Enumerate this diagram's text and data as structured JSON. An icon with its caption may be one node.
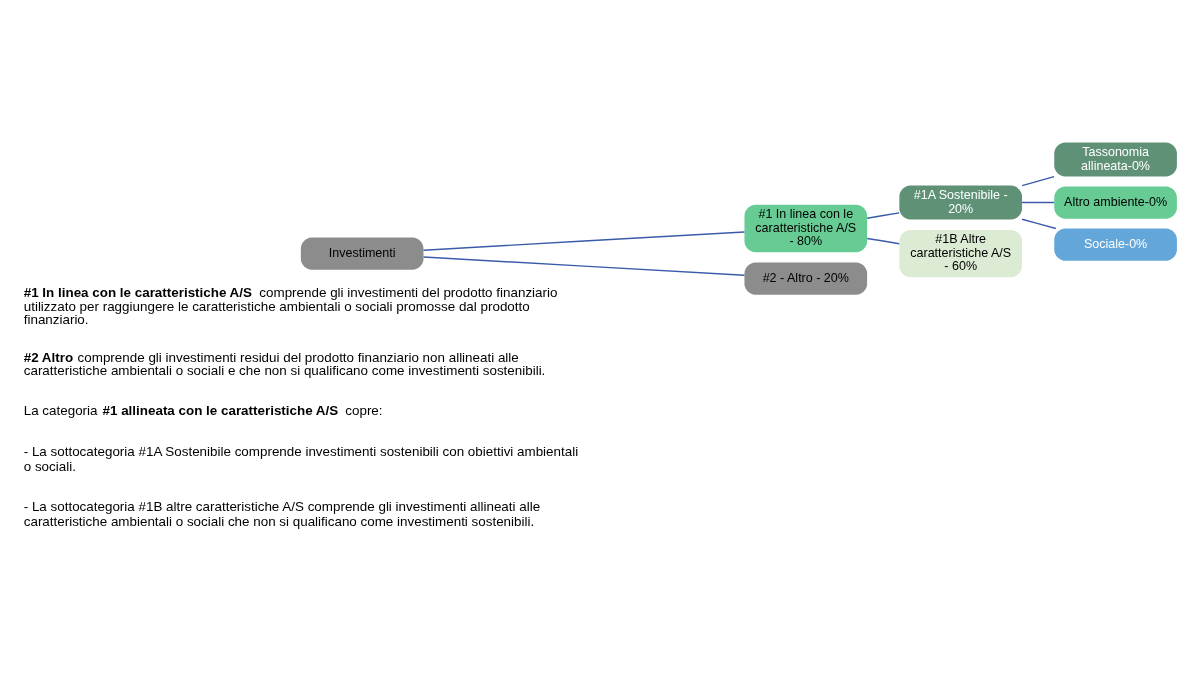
{
  "diagram": {
    "nodes": [
      {
        "text": [
          "Investimenti"
        ]
      },
      {
        "text": [
          "#1 In linea con le caratteristiche A/S - 80%"
        ]
      },
      {
        "text": [
          "#2 - Altro - 20%"
        ]
      },
      {
        "text": [
          "#1A Sostenibile - 20%"
        ]
      },
      {
        "text": [
          "#1B Altre caratteristiche A/S - 60%"
        ]
      },
      {
        "text": [
          "Tassonomia allineata-0%"
        ]
      },
      {
        "text": [
          "Altro ambiente-0%"
        ]
      },
      {
        "text": [
          "Sociale-0%"
        ]
      }
    ],
    "edges": [
      {
        "from": 0,
        "to": 1,
        "arrow": "none"
      },
      {
        "from": 0,
        "to": 2,
        "arrow": "none"
      },
      {
        "from": 1,
        "to": 3,
        "arrow": "none"
      },
      {
        "from": 1,
        "to": 4,
        "arrow": "none"
      },
      {
        "from": 3,
        "to": 5,
        "arrow": "none"
      },
      {
        "from": 3,
        "to": 6,
        "arrow": "none"
      },
      {
        "from": 3,
        "to": 7,
        "arrow": "none"
      }
    ],
    "labels": [
      "**#1 In linea con le caratteristiche A/S** comprende gli investimenti del prodotto finanziario utilizzato per raggiungere le caratteristiche ambientali o sociali promosse dal prodotto finanziario.",
      "**#2 Altro** comprende gli investimenti residui del prodotto finanziario non allineati alle caratteristiche ambientali o sociali e che non si qualificano come investimenti sostenibili.",
      "La categoria **#1 allineata con le caratteristiche A/S** copre:",
      "- La sottocategoria #1A Sostenibile comprende investimenti sostenibili con obiettivi ambientali o sociali.",
      "- La sottocategoria #1B altre caratteristiche A/S comprende gli investimenti allineati alle caratteristiche ambientali o sociali che non si qualificano come investimenti sostenibili."
    ]
  }
}
